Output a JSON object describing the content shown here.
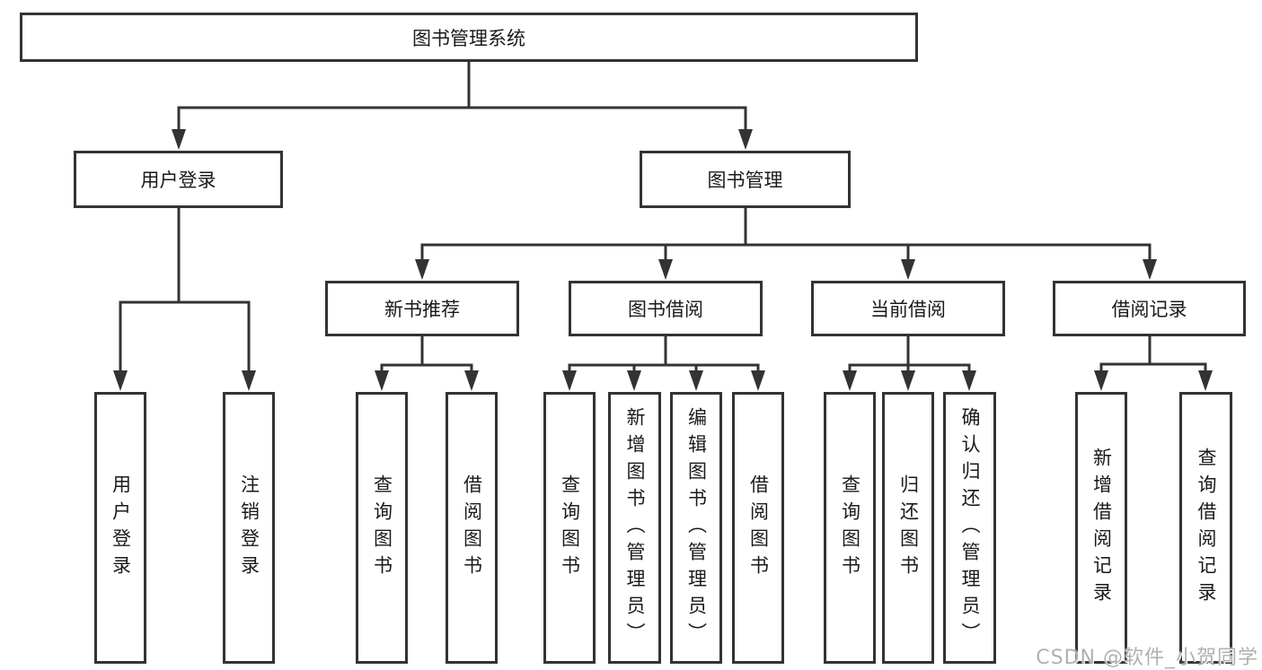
{
  "diagram": {
    "title": "图书管理系统",
    "watermark": "CSDN @软件_小贺同学",
    "colors": {
      "line": "#333333",
      "box_border": "#333333",
      "box_fill": "#ffffff",
      "text": "#1a1a1a",
      "watermark": "#b0b0b0"
    },
    "nodes": {
      "root": "图书管理系统",
      "level2": {
        "user_login": "用户登录",
        "book_mgmt": "图书管理"
      },
      "level3": {
        "new_book_rec": "新书推荐",
        "book_borrow": "图书借阅",
        "current_borrow": "当前借阅",
        "borrow_records": "借阅记录"
      },
      "leaves": {
        "user_login_group": [
          "用户登录",
          "注销登录"
        ],
        "new_book_rec_group": [
          "查询图书",
          "借阅图书"
        ],
        "book_borrow_group": [
          "查询图书",
          "新增图书（管理员）",
          "编辑图书（管理员）",
          "借阅图书"
        ],
        "current_borrow_group": [
          "查询图书",
          "归还图书",
          "确认归还（管理员）"
        ],
        "borrow_records_group": [
          "新增借阅记录",
          "查询借阅记录"
        ]
      }
    }
  }
}
